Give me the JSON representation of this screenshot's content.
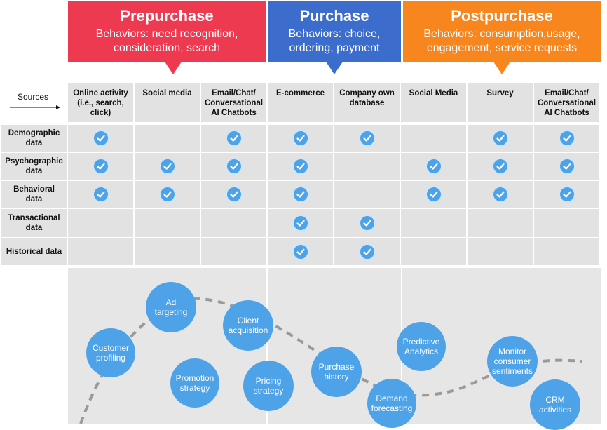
{
  "phases": [
    {
      "title": "Prepurchase",
      "desc": "Behaviors: need recognition, consideration, search",
      "color": "#ee3a50"
    },
    {
      "title": "Purchase",
      "desc": "Behaviors: choice, ordering, payment",
      "color": "#3c6ccc"
    },
    {
      "title": "Postpurchase",
      "desc": "Behaviors: consumption,usage, engagement, service requests",
      "color": "#f8861e"
    }
  ],
  "sources_label": "Sources",
  "sources": [
    "Online activity (i.e., search, click)",
    "Social media",
    "Email/Chat/ Conversational AI Chatbots",
    "E-commerce",
    "Company own database",
    "Social Media",
    "Survey",
    "Email/Chat/ Conversational AI Chatbots"
  ],
  "rows": [
    {
      "label": "Demographic data",
      "checks": [
        true,
        false,
        true,
        true,
        true,
        false,
        true,
        true
      ]
    },
    {
      "label": "Psychographic data",
      "checks": [
        true,
        true,
        true,
        true,
        false,
        true,
        true,
        true
      ]
    },
    {
      "label": "Behavioral data",
      "checks": [
        true,
        true,
        true,
        true,
        false,
        true,
        true,
        true
      ]
    },
    {
      "label": "Transactional data",
      "checks": [
        false,
        false,
        false,
        true,
        true,
        false,
        false,
        false
      ]
    },
    {
      "label": "Historical data",
      "checks": [
        false,
        false,
        false,
        true,
        true,
        false,
        false,
        false
      ]
    }
  ],
  "bubbles": [
    {
      "label": "Customer profiling"
    },
    {
      "label": "Ad targeting"
    },
    {
      "label": "Client acquisition"
    },
    {
      "label": "Promotion strategy"
    },
    {
      "label": "Pricing strategy"
    },
    {
      "label": "Purchase history"
    },
    {
      "label": "Predictive Analytics"
    },
    {
      "label": "Demand forecasting"
    },
    {
      "label": "Monitor consumer sentiments"
    },
    {
      "label": "CRM activities"
    }
  ],
  "colors": {
    "check": "#4ea3e8",
    "bubble": "#4ea3e8",
    "cell": "#e2e2e2"
  }
}
